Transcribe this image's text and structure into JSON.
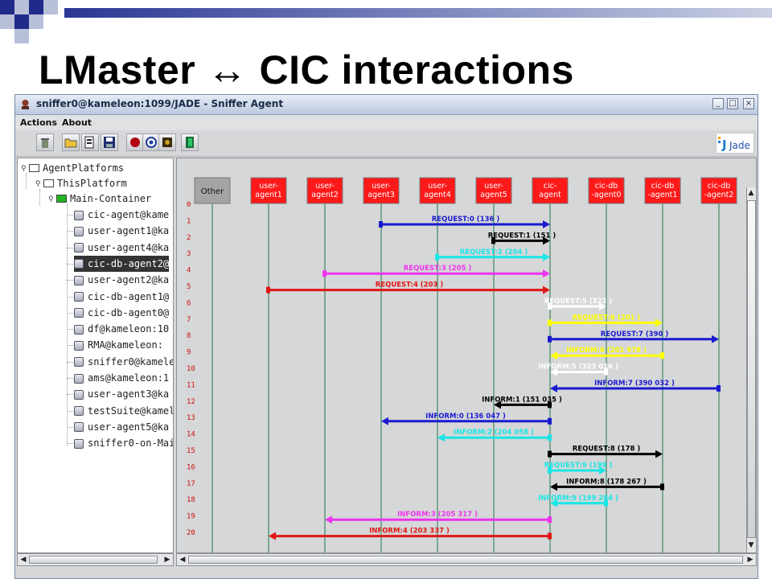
{
  "slide": {
    "title": "LMaster  ↔ CIC interactions"
  },
  "window": {
    "title": "sniffer0@kameleon:1099/JADE - Sniffer Agent",
    "menus": [
      "Actions",
      "About"
    ],
    "toolbar_icons": [
      "clear-canvas-icon",
      "open-snapshot-icon",
      "write-messages-icon",
      "save-snapshot-icon",
      "stop-icon",
      "message-icon",
      "display-icon",
      "exit-icon"
    ],
    "logo_text": "Jade"
  },
  "tree": {
    "root": "AgentPlatforms",
    "platform": "ThisPlatform",
    "container": "Main-Container",
    "agents": [
      "cic-agent@kame",
      "user-agent1@ka",
      "user-agent4@ka",
      "cic-db-agent2@",
      "user-agent2@ka",
      "cic-db-agent1@",
      "cic-db-agent0@",
      "df@kameleon:10",
      "RMA@kameleon:",
      "sniffer0@kamele",
      "ams@kameleon:1",
      "user-agent3@ka",
      "testSuite@kamele",
      "user-agent5@ka",
      "sniffer0-on-Main"
    ],
    "selected_index": 3
  },
  "sequence": {
    "agents": [
      {
        "label": [
          "Other"
        ],
        "color": "#a3a4a6"
      },
      {
        "label": [
          "user-",
          "agent1"
        ],
        "color": "#ff1a1a"
      },
      {
        "label": [
          "user-",
          "agent2"
        ],
        "color": "#ff1a1a"
      },
      {
        "label": [
          "user-",
          "agent3"
        ],
        "color": "#ff1a1a"
      },
      {
        "label": [
          "user-",
          "agent4"
        ],
        "color": "#ff1a1a"
      },
      {
        "label": [
          "user-",
          "agent5"
        ],
        "color": "#ff1a1a"
      },
      {
        "label": [
          "cic-",
          "agent"
        ],
        "color": "#ff1a1a"
      },
      {
        "label": [
          "cic-db",
          "-agent0"
        ],
        "color": "#ff1a1a"
      },
      {
        "label": [
          "cic-db",
          "-agent1"
        ],
        "color": "#ff1a1a"
      },
      {
        "label": [
          "cic-db",
          "-agent2"
        ],
        "color": "#ff1a1a"
      }
    ],
    "rows": [
      "0",
      "1",
      "2",
      "3",
      "4",
      "5",
      "6",
      "7",
      "8",
      "9",
      "10",
      "11",
      "12",
      "13",
      "14",
      "15",
      "16",
      "17",
      "18",
      "19",
      "20"
    ],
    "messages": [
      {
        "row": 0,
        "from": 3,
        "to": 6,
        "label": "REQUEST:0 (136      )",
        "color": "#1a1ad0"
      },
      {
        "row": 1,
        "from": 5,
        "to": 6,
        "label": "REQUEST:1 (151      )",
        "color": "#000000"
      },
      {
        "row": 2,
        "from": 4,
        "to": 6,
        "label": "REQUEST:2 (204      )",
        "color": "#19e6e6"
      },
      {
        "row": 3,
        "from": 2,
        "to": 6,
        "label": "REQUEST:3 (205      )",
        "color": "#ee33ee"
      },
      {
        "row": 4,
        "from": 1,
        "to": 6,
        "label": "REQUEST:4 (203      )",
        "color": "#e01515"
      },
      {
        "row": 5,
        "from": 6,
        "to": 7,
        "label": "REQUEST:5 (323      )",
        "color": "#ffffff"
      },
      {
        "row": 6,
        "from": 6,
        "to": 8,
        "label": "REQUEST:6 (201      )",
        "color": "#ffff00"
      },
      {
        "row": 7,
        "from": 6,
        "to": 9,
        "label": "REQUEST:7 (390      )",
        "color": "#1a1ad0"
      },
      {
        "row": 8,
        "from": 8,
        "to": 6,
        "label": "INFORM:6 (201  978  )",
        "color": "#ffff00"
      },
      {
        "row": 9,
        "from": 7,
        "to": 6,
        "label": "INFORM:5 (323  016  )",
        "color": "#ffffff"
      },
      {
        "row": 10,
        "from": 9,
        "to": 6,
        "label": "INFORM:7 (390  032  )",
        "color": "#1a1ad0"
      },
      {
        "row": 11,
        "from": 6,
        "to": 5,
        "label": "INFORM:1 (151  035  )",
        "color": "#000000"
      },
      {
        "row": 12,
        "from": 6,
        "to": 3,
        "label": "INFORM:0 (136  047  )",
        "color": "#1a1ad0"
      },
      {
        "row": 13,
        "from": 6,
        "to": 4,
        "label": "INFORM:2 (204  058  )",
        "color": "#19e6e6"
      },
      {
        "row": 14,
        "from": 6,
        "to": 8,
        "label": "REQUEST:8 (178      )",
        "color": "#000000"
      },
      {
        "row": 15,
        "from": 6,
        "to": 7,
        "label": "REQUEST:9 (199      )",
        "color": "#19e6e6"
      },
      {
        "row": 16,
        "from": 8,
        "to": 6,
        "label": "INFORM:8 (178  267  )",
        "color": "#000000"
      },
      {
        "row": 17,
        "from": 7,
        "to": 6,
        "label": "INFORM:9 (199  284  )",
        "color": "#19e6e6"
      },
      {
        "row": 18,
        "from": 6,
        "to": 2,
        "label": "INFORM:3 (205  317  )",
        "color": "#ee33ee"
      },
      {
        "row": 19,
        "from": 6,
        "to": 1,
        "label": "INFORM:4 (203  337  )",
        "color": "#e01515"
      }
    ]
  }
}
